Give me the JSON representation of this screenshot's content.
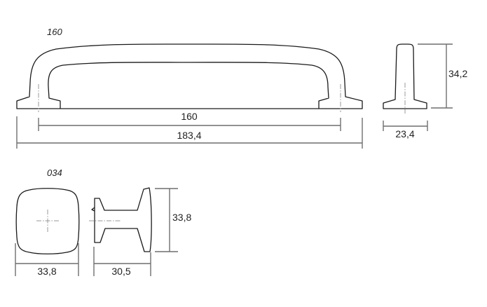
{
  "drawings": {
    "handle": {
      "model_label": "160",
      "front_view": {
        "dim_centers_label": "160",
        "dim_overall_length_label": "183,4"
      },
      "side_view": {
        "dim_height_label": "34,2",
        "dim_width_label": "23,4"
      }
    },
    "knob": {
      "model_label": "034",
      "front_view": {
        "dim_width_label": "33,8"
      },
      "side_view": {
        "dim_depth_label": "30,5",
        "dim_height_label": "33,8"
      }
    }
  },
  "colors": {
    "outline": "#1a1a1a",
    "dimension_line": "#6e6e6e",
    "center_line": "#9a9a9a",
    "background": "#ffffff"
  }
}
